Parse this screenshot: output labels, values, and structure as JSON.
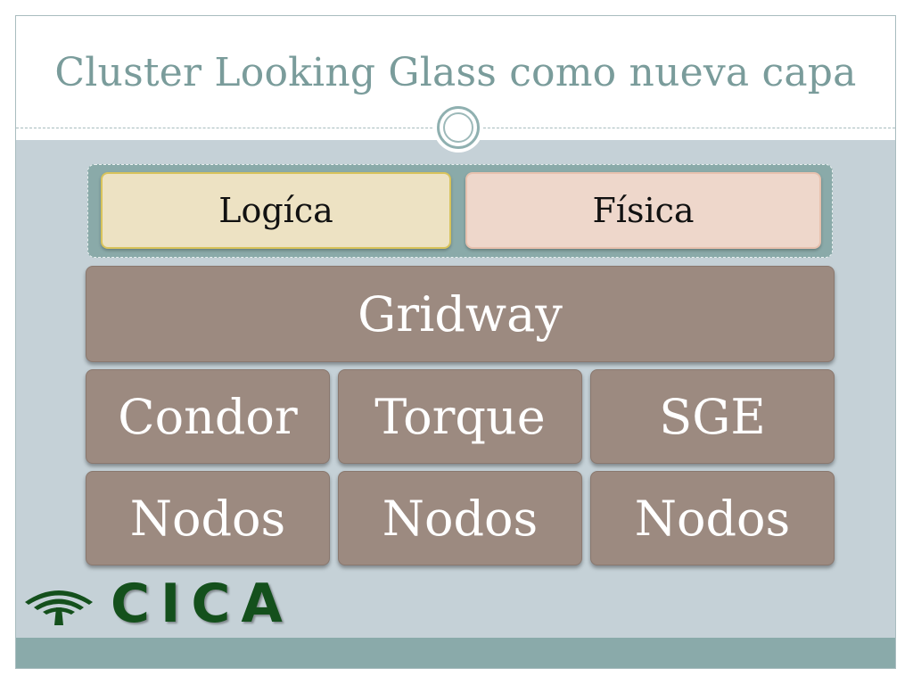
{
  "slide": {
    "title": "Cluster Looking Glass como nueva capa"
  },
  "diagram": {
    "top_group": {
      "left_label": "Logíca",
      "right_label": "Física"
    },
    "middleware": "Gridway",
    "schedulers": [
      "Condor",
      "Torque",
      "SGE"
    ],
    "nodes": [
      "Nodos",
      "Nodos",
      "Nodos"
    ]
  },
  "logo": {
    "text": "CICA",
    "icon": "cica-emblem-icon"
  },
  "colors": {
    "title": "#7a9c9b",
    "box_fill": "#9c8a80",
    "logica_fill": "#ede2c3",
    "fisica_fill": "#eed7cb",
    "logo_green": "#14501c",
    "band": "#c5d1d7",
    "footer": "#8aaaaa"
  }
}
